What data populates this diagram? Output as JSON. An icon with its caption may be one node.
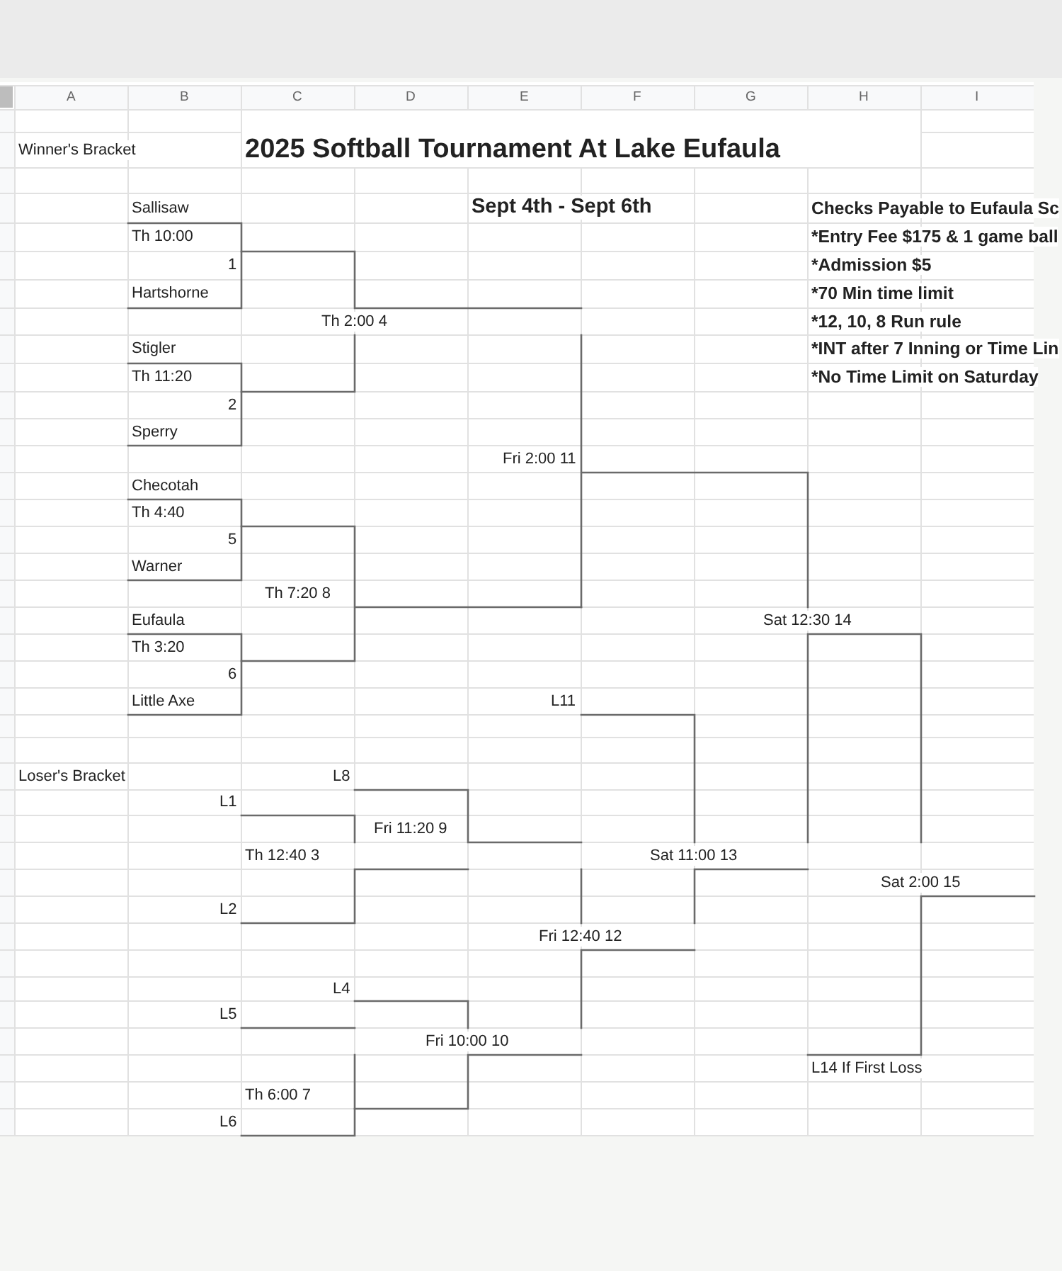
{
  "diagram": {
    "title": "2025 Softball Tournament At Lake Eufaula",
    "labels": [
      "A",
      "B",
      "C",
      "D",
      "E",
      "F",
      "G",
      "H",
      "I",
      "Winner's Bracket",
      "Sallisaw",
      "Sept 4th - Sept 6th",
      "Checks Payable to Eufaula Sc",
      "Th 10:00",
      "*Entry Fee $175 & 1 game ball",
      "1",
      "*Admission $5",
      "Hartshorne",
      "*70 Min time limit",
      "Th 2:00 4",
      "*12, 10, 8 Run rule",
      "Stigler",
      "*INT after 7 Inning or Time Lin",
      "Th 11:20",
      "*No Time Limit on Saturday",
      "2",
      "Sperry",
      "Fri 2:00 11",
      "Checotah",
      "Th 4:40",
      "5",
      "Warner",
      "Th 7:20 8",
      "Eufaula",
      "Sat 12:30 14",
      "Th 3:20",
      "6",
      "Little Axe",
      "L11",
      "Loser's Bracket",
      "L8",
      "L1",
      "Fri 11:20 9",
      "Th 12:40 3",
      "Sat 11:00 13",
      "Sat 2:00 15",
      "L2",
      "Fri 12:40 12",
      "L4",
      "L5",
      "Fri 10:00 10",
      "L14 If First Loss",
      "Th 6:00 7",
      "L6"
    ]
  }
}
